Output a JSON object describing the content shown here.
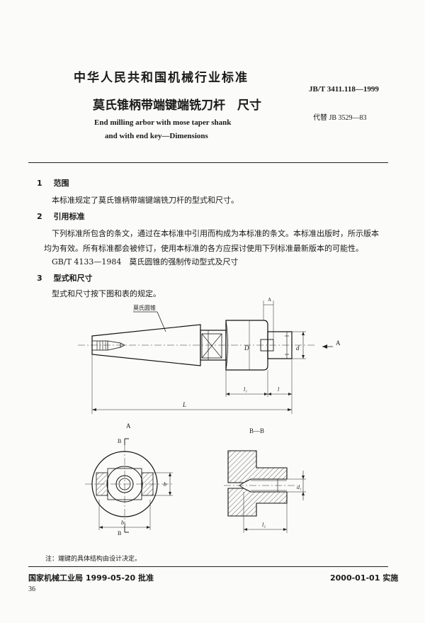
{
  "header": {
    "industry_standard": "中华人民共和国机械行业标准",
    "standard_no": "JB/T 3411.118—1999",
    "title_cn": "莫氏锥柄带端键端铣刀杆　尺寸",
    "replaces": "代替 JB 3529—83",
    "title_en_1": "End milling arbor with mose taper shank",
    "title_en_2": "and with end key—Dimensions"
  },
  "sections": [
    {
      "num": "1",
      "title": "范围",
      "body": "本标准规定了莫氏锥柄带端键端铣刀杆的型式和尺寸。"
    },
    {
      "num": "2",
      "title": "引用标准",
      "body_1": "下列标准所包含的条文，通过在本标准中引用而构成为本标准的条文。本标准出版时，所示版本",
      "body_2": "均为有效。所有标准都会被修订，使用本标准的各方应探讨使用下列标准最新版本的可能性。",
      "ref": "GB/T 4133—1984　莫氏圆锥的强制传动型式及尺寸"
    },
    {
      "num": "3",
      "title": "型式和尺寸",
      "body": "型式和尺寸按下图和表的规定。"
    }
  ],
  "figure": {
    "taper_label": "莫氏圆锥",
    "labels": {
      "A_top": "A",
      "A_arrow": "A",
      "D": "D",
      "d": "d",
      "l1": "l₁",
      "l": "l",
      "L": "L",
      "view_A": "A",
      "view_BB": "B—B",
      "B_upper": "B",
      "B_lower": "B",
      "b": "b",
      "b1": "b₁",
      "d1": "d₁",
      "l2": "l₂"
    }
  },
  "note": "注：端键的具体结构由设计决定。",
  "footer": {
    "approval": "国家机械工业局 1999-05-20 批准",
    "effective": "2000-01-01 实施",
    "page": "36"
  }
}
